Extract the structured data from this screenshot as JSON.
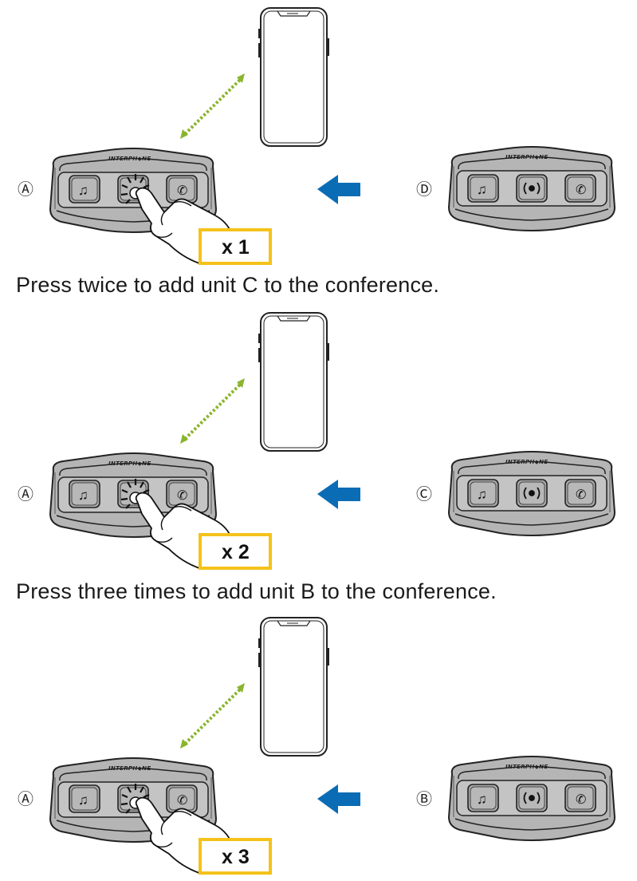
{
  "colors": {
    "arrow_blue": "#0a6cb5",
    "dotted_green": "#8ab52c",
    "press_box": "#f4c21a",
    "device_body": "#b5b5b5"
  },
  "device": {
    "brand": "INTERPH◆NE"
  },
  "icons": {
    "left_button": "music-note-icon",
    "center_button": "intercom-icon",
    "right_button": "phone-icon"
  },
  "steps": [
    {
      "source_unit": "Ⓐ",
      "target_unit": "Ⓓ",
      "press_count": "x 1"
    },
    {
      "source_unit": "Ⓐ",
      "target_unit": "Ⓒ",
      "press_count": "x 2"
    },
    {
      "source_unit": "Ⓐ",
      "target_unit": "Ⓑ",
      "press_count": "x 3"
    }
  ],
  "captions": [
    "Press twice to add unit C to the conference.",
    "Press three times to add unit B to the conference."
  ]
}
